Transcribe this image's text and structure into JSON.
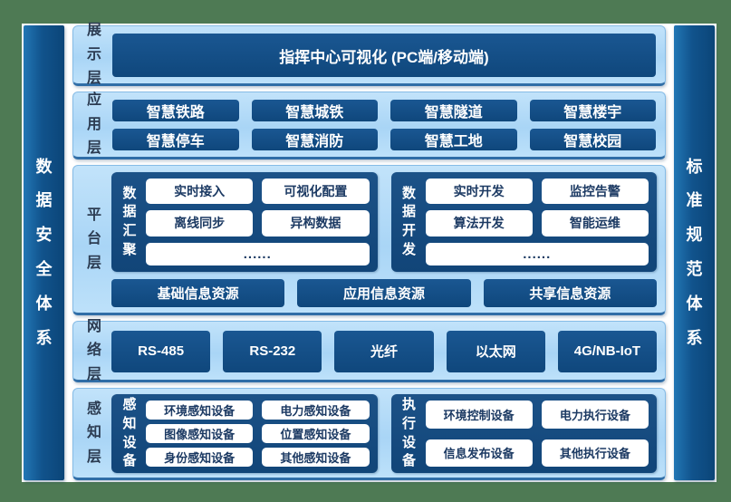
{
  "sidebars": {
    "left": "数据安全体系",
    "right": "标准规范体系"
  },
  "display_layer": {
    "label": "展示层",
    "main_box": "指挥中心可视化 (PC端/移动端)"
  },
  "application_layer": {
    "label": "应用层",
    "apps": [
      "智慧铁路",
      "智慧城铁",
      "智慧隧道",
      "智慧楼宇",
      "智慧停车",
      "智慧消防",
      "智慧工地",
      "智慧校园"
    ]
  },
  "platform_layer": {
    "label": "平台层",
    "data_aggregation": {
      "label": "数据汇聚",
      "items": [
        "实时接入",
        "可视化配置",
        "离线同步",
        "异构数据",
        "......"
      ]
    },
    "data_development": {
      "label": "数据开发",
      "items": [
        "实时开发",
        "监控告警",
        "算法开发",
        "智能运维",
        "......"
      ]
    },
    "resources": [
      "基础信息资源",
      "应用信息资源",
      "共享信息资源"
    ]
  },
  "network_layer": {
    "label": "网络层",
    "protocols": [
      "RS-485",
      "RS-232",
      "光纤",
      "以太网",
      "4G/NB-IoT"
    ]
  },
  "perception_layer": {
    "label": "感知层",
    "sensing_devices": {
      "label": "感知设备",
      "items": [
        "环境感知设备",
        "电力感知设备",
        "图像感知设备",
        "位置感知设备",
        "身份感知设备",
        "其他感知设备"
      ]
    },
    "execution_devices": {
      "label": "执行设备",
      "items": [
        "环境控制设备",
        "电力执行设备",
        "信息发布设备",
        "其他执行设备"
      ]
    }
  },
  "colors": {
    "frame_green": "#4e7a54",
    "panel_light_blue": "#aed8f7",
    "box_dark_blue": "#114a80",
    "sidebar_blue": "#11538c",
    "white_box_text": "#1c3a63"
  }
}
